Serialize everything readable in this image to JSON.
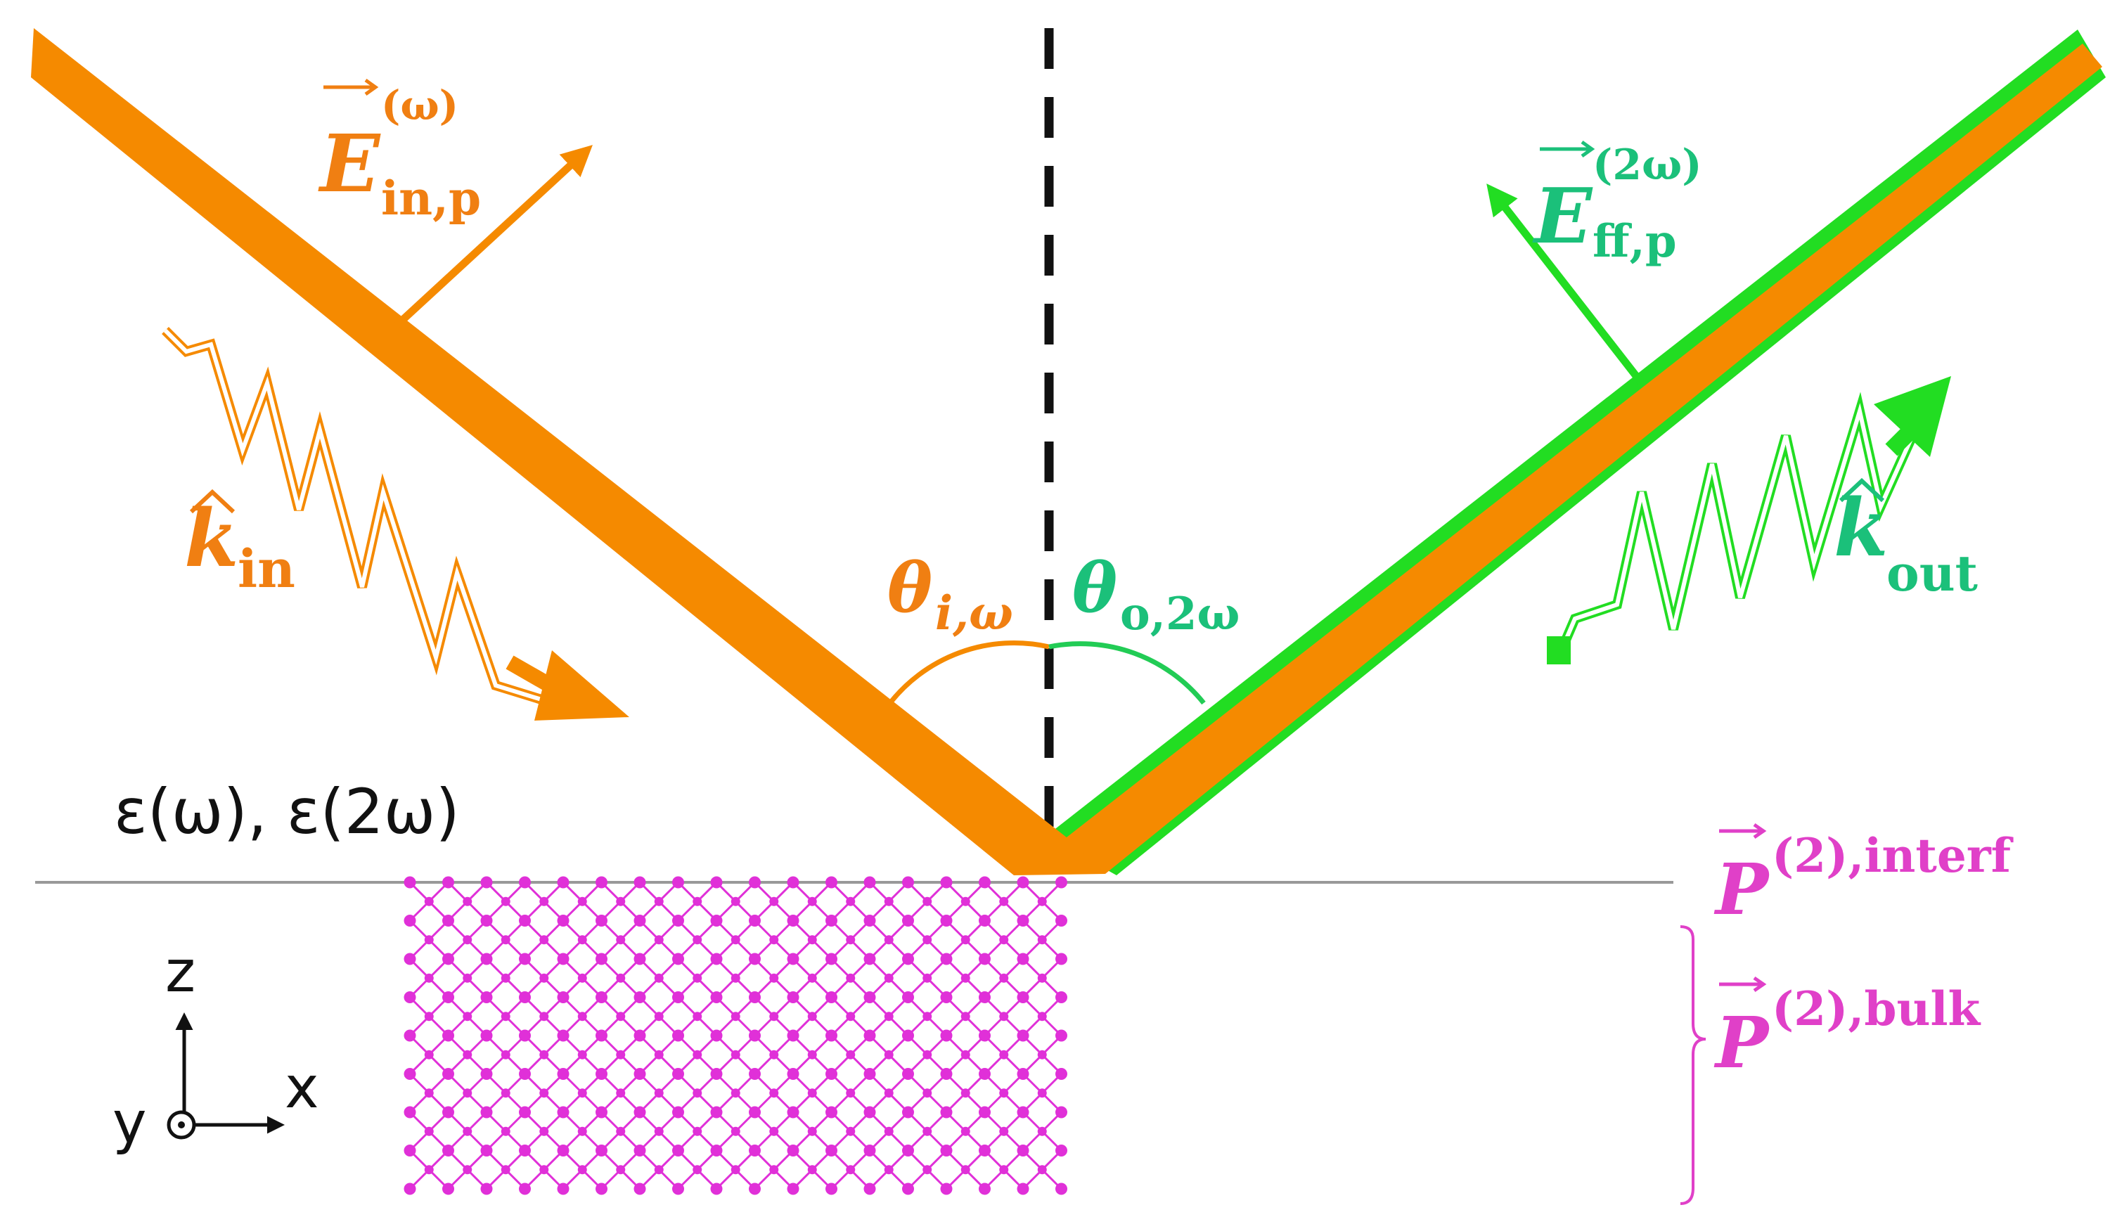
{
  "colors": {
    "orange": "#F58A00",
    "orange_text": "#F07F12",
    "green": "#22DD22",
    "green_text": "#1BC07A",
    "magenta": "#E030D8",
    "magenta_text": "#E040C8",
    "black": "#111111",
    "interface": "#999999"
  },
  "labels": {
    "e_in": {
      "base": "E",
      "sub": "in,p",
      "sup": "(ω)"
    },
    "e_ff": {
      "base": "E",
      "sub": "ff,p",
      "sup": "(2ω)"
    },
    "k_in": {
      "base": "k",
      "sub": "in"
    },
    "k_out": {
      "base": "k",
      "sub": "out"
    },
    "theta_in": {
      "base": "θ",
      "sub": "i,ω"
    },
    "theta_out": {
      "base": "θ",
      "sub": "o,2ω"
    },
    "medium": "ε(ω), ε(2ω)",
    "p_interf": {
      "base": "P",
      "sup": "(2),interf"
    },
    "p_bulk": {
      "base": "P",
      "sup": "(2),bulk"
    },
    "axes": {
      "z": "z",
      "x": "x",
      "y": "y"
    }
  },
  "icons": {
    "incident_wave": "zigzag-arrow-icon",
    "outgoing_wave": "zigzag-arrow-icon",
    "out_of_plane_axis": "circle-dot-icon"
  }
}
